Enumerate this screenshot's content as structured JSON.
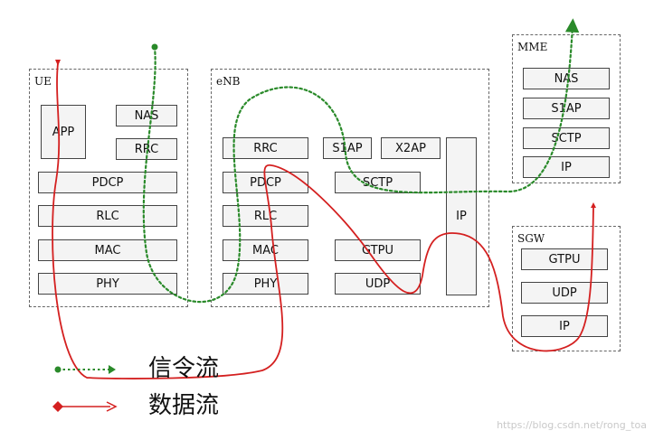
{
  "groups": {
    "ue": {
      "label": "UE",
      "layers": {
        "app": "APP",
        "nas": "NAS",
        "rrc": "RRC",
        "pdcp": "PDCP",
        "rlc": "RLC",
        "mac": "MAC",
        "phy": "PHY"
      }
    },
    "enb": {
      "label": "eNB",
      "layers": {
        "rrc": "RRC",
        "s1ap": "S1AP",
        "x2ap": "X2AP",
        "pdcp": "PDCP",
        "sctp": "SCTP",
        "rlc": "RLC",
        "ip": "IP",
        "mac": "MAC",
        "gtpu": "GTPU",
        "phy": "PHY",
        "udp": "UDP"
      }
    },
    "mme": {
      "label": "MME",
      "layers": {
        "nas": "NAS",
        "s1ap": "S1AP",
        "sctp": "SCTP",
        "ip": "IP"
      }
    },
    "sgw": {
      "label": "SGW",
      "layers": {
        "gtpu": "GTPU",
        "udp": "UDP",
        "ip": "IP"
      }
    }
  },
  "legend": {
    "signaling": {
      "label": "信令流",
      "color": "#2a8a2a"
    },
    "data": {
      "label": "数据流",
      "color": "#d42020"
    }
  },
  "watermark": "https://blog.csdn.net/rong_toa"
}
